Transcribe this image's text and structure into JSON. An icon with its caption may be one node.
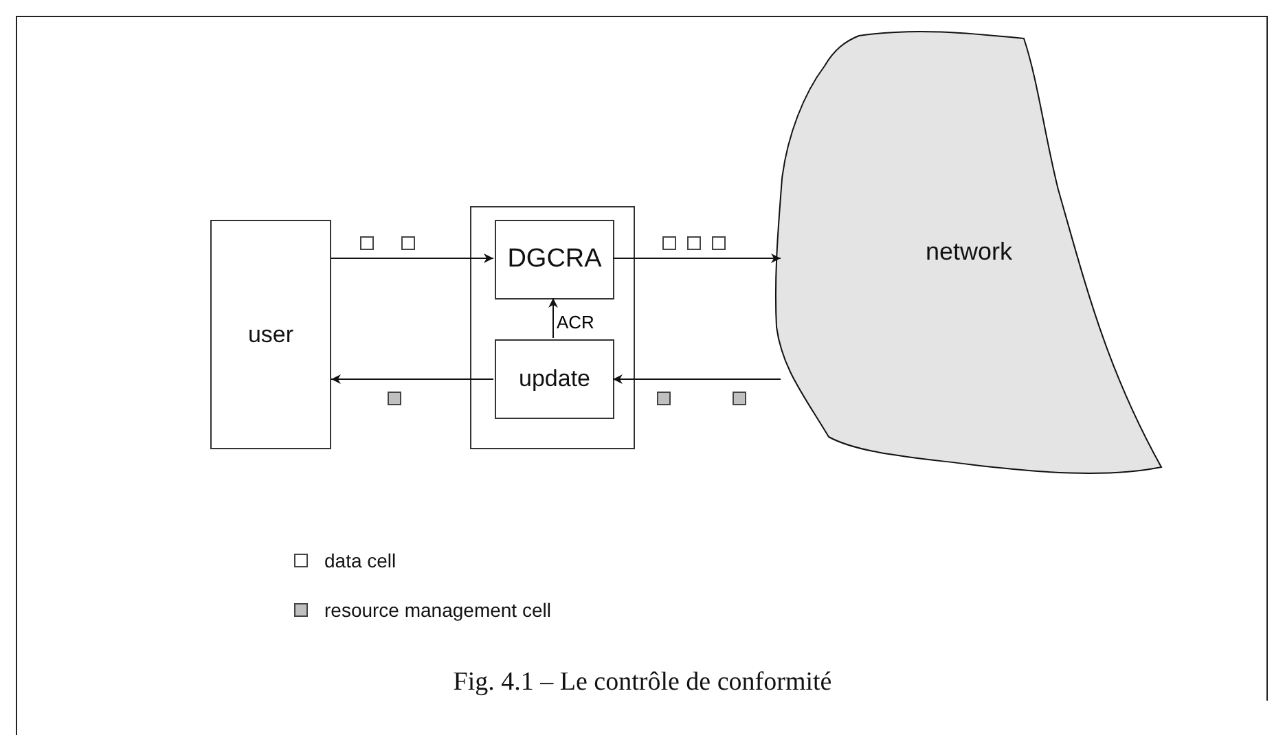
{
  "diagram": {
    "caption": "Fig. 4.1 – Le contrôle de conformité",
    "nodes": [
      {
        "text": [
          "user"
        ]
      },
      {
        "text": [],
        "shape": "box"
      },
      {
        "text": [
          "DGCRA"
        ],
        "in": 1
      },
      {
        "text": [
          "update"
        ],
        "in": 1
      },
      {
        "text": [
          "network"
        ]
      }
    ],
    "edges": [
      {
        "from": 0,
        "to": 2,
        "arrow": "to"
      },
      {
        "from": 2,
        "to": 4,
        "arrow": "to"
      },
      {
        "from": 3,
        "to": 2,
        "arrow": "to",
        "label": "ACR"
      },
      {
        "from": 4,
        "to": 3,
        "arrow": "to"
      },
      {
        "from": 3,
        "to": 0,
        "arrow": "to"
      }
    ],
    "legend": [
      {
        "text": "data cell",
        "color": "#ffffff"
      },
      {
        "text": "resource management cell",
        "color": "#c0c0c0"
      }
    ]
  }
}
